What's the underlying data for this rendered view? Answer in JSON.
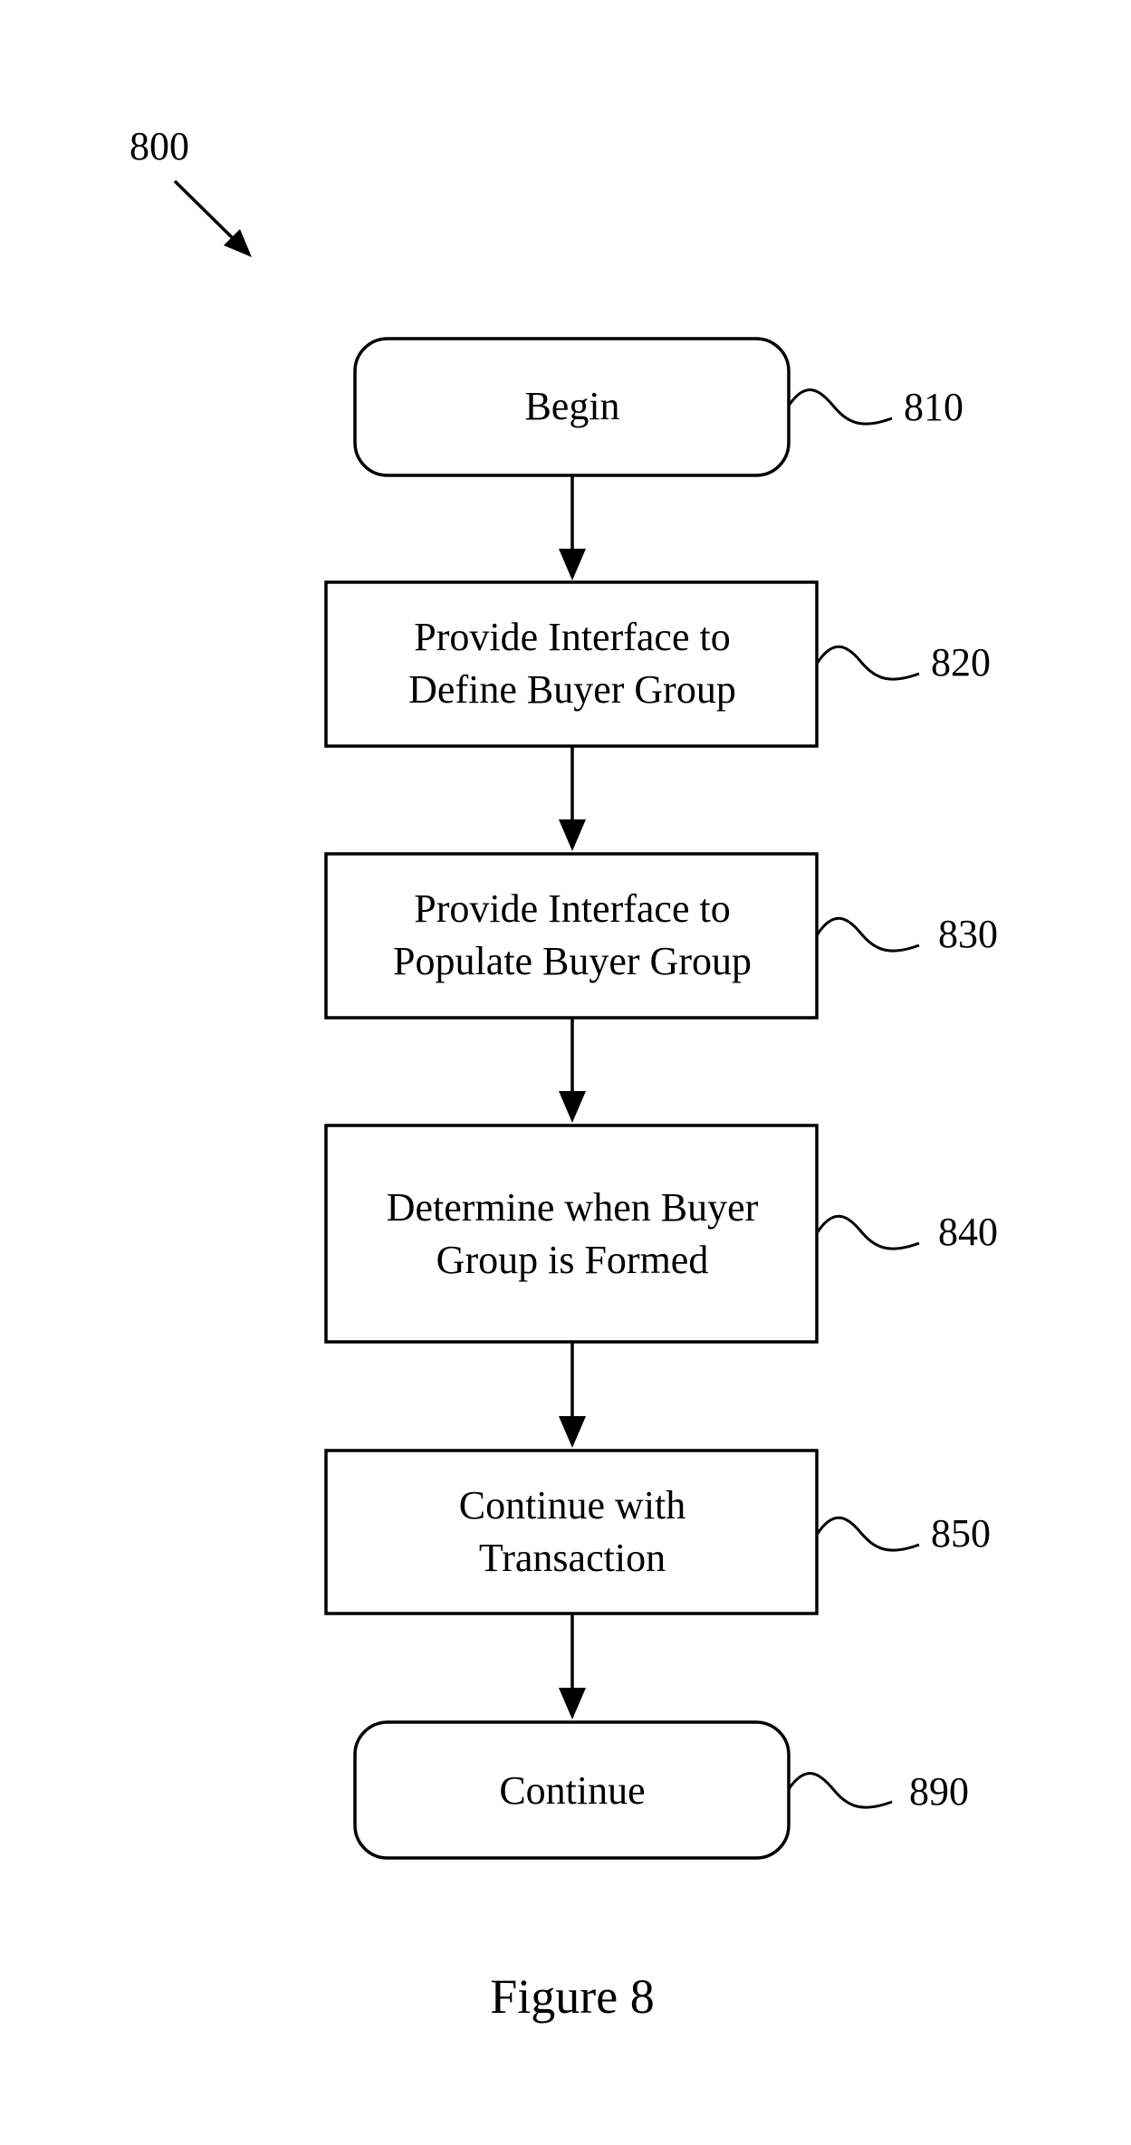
{
  "figure": {
    "ref_number": "800",
    "caption": "Figure 8"
  },
  "steps": [
    {
      "id": "begin",
      "shape": "terminal",
      "lines": [
        "Begin"
      ],
      "ref": "810"
    },
    {
      "id": "define",
      "shape": "process",
      "lines": [
        "Provide Interface to",
        "Define Buyer Group"
      ],
      "ref": "820"
    },
    {
      "id": "populate",
      "shape": "process",
      "lines": [
        "Provide Interface to",
        "Populate Buyer Group"
      ],
      "ref": "830"
    },
    {
      "id": "determine",
      "shape": "process",
      "lines": [
        "Determine when Buyer",
        "Group is Formed"
      ],
      "ref": "840"
    },
    {
      "id": "transaction",
      "shape": "process",
      "lines": [
        "Continue with",
        "Transaction"
      ],
      "ref": "850"
    },
    {
      "id": "continue",
      "shape": "terminal",
      "lines": [
        "Continue"
      ],
      "ref": "890"
    }
  ],
  "colors": {
    "ink": "#000000",
    "background": "#ffffff"
  }
}
